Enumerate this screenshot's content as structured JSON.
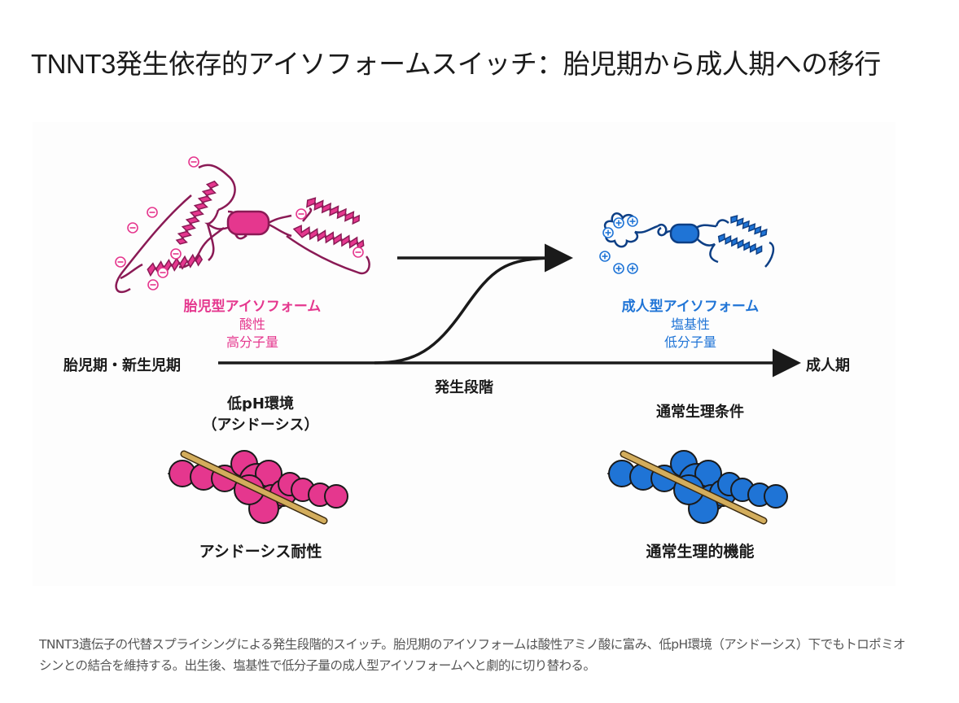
{
  "title": "TNNT3発生依存的アイソフォームスイッチ：胎児期から成人期への移行",
  "colors": {
    "fetal": "#e5378e",
    "fetal_dark": "#8a1a55",
    "adult": "#1f74d6",
    "adult_dark": "#0d3f85",
    "tropomyosin": "#d3ad5c",
    "arrow": "#1a1a1a"
  },
  "figure": {
    "fetal": {
      "name": "胎児型アイソフォーム",
      "charge": "酸性",
      "mass": "高分子量",
      "charge_icon": "minus-circle-icon"
    },
    "adult": {
      "name": "成人型アイソフォーム",
      "charge": "塩基性",
      "mass": "低分子量",
      "charge_icon": "plus-circle-icon"
    },
    "timeline": {
      "start": "胎児期・新生児期",
      "end": "成人期",
      "axis_label": "発生段階"
    },
    "conditions": {
      "fetal_line1": "低pH環境",
      "fetal_line2": "（アシドーシス）",
      "adult": "通常生理条件"
    },
    "outcomes": {
      "fetal": "アシドーシス耐性",
      "adult": "通常生理的機能"
    }
  },
  "caption": "TNNT3遺伝子の代替スプライシングによる発生段階的スイッチ。胎児期のアイソフォームは酸性アミノ酸に富み、低pH環境（アシドーシス）下でもトロポミオシンとの結合を維持する。出生後、塩基性で低分子量の成人型アイソフォームへと劇的に切り替わる。"
}
